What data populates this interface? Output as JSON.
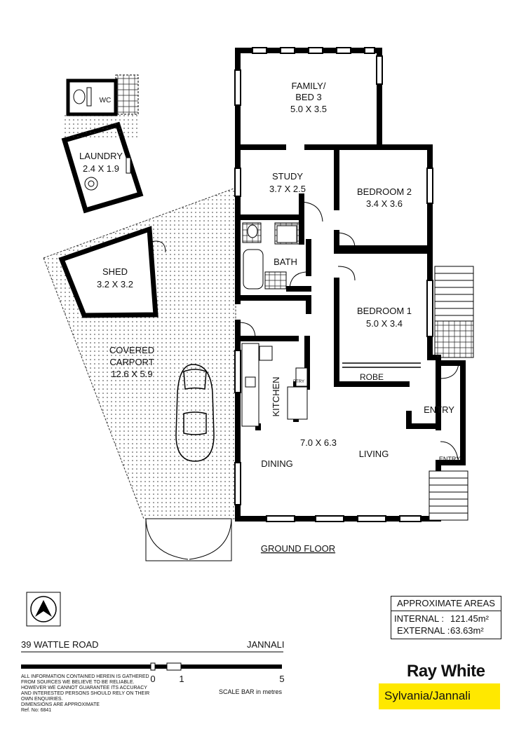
{
  "rooms": {
    "family_name": "FAMILY/",
    "family_name2": "BED 3",
    "family_dim": "5.0 X 3.5",
    "study_name": "STUDY",
    "study_dim": "3.7 X 2.5",
    "bed2_name": "BEDROOM 2",
    "bed2_dim": "3.4 X 3.6",
    "bath_name": "BATH",
    "bed1_name": "BEDROOM 1",
    "bed1_dim": "5.0 X 3.4",
    "robe_name": "ROBE",
    "kitchen_name": "KITCHEN",
    "pantry_name": "PTRY",
    "entry_name": "ENTRY",
    "entry_small": "ENTRY",
    "living_dim": "7.0 X 6.3",
    "dining_name": "DINING",
    "living_name": "LIVING",
    "laundry_name": "LAUNDRY",
    "laundry_dim": "2.4 X 1.9",
    "wc_name": "WC",
    "shed_name": "SHED",
    "shed_dim": "3.2 X 3.2",
    "carport_name1": "COVERED",
    "carport_name2": "CARPORT",
    "carport_dim": "12.6 X 5.9"
  },
  "floor_label": "GROUND FLOOR",
  "areas": {
    "title": "APPROXIMATE AREAS",
    "internal_label": "INTERNAL  :",
    "internal_value": "121.45m²",
    "external_label": "EXTERNAL :",
    "external_value": "63.63m²"
  },
  "address": "39 WATTLE ROAD",
  "suburb": "JANNALI",
  "disclaimer": [
    "ALL INFORMATION CONTAINED HEREIN IS GATHERED",
    "FROM SOURCES WE BELIEVE TO BE RELIABLE.",
    "HOWEVER WE CANNOT GUARANTEE ITS ACCURACY",
    "AND INTERESTED PERSONS SHOULD RELY ON THEIR",
    "OWN ENQUIRIES.",
    "DIMENSIONS ARE APPROXIMATE",
    "Ref. No: 6841"
  ],
  "scale": {
    "tick0": "0",
    "tick1": "1",
    "tick5": "5",
    "caption": "SCALE BAR in metres"
  },
  "brand": {
    "name": "Ray White",
    "office": "Sylvania/Jannali",
    "accent": "#ffe800"
  },
  "compass_icon": "north-arrow-icon"
}
